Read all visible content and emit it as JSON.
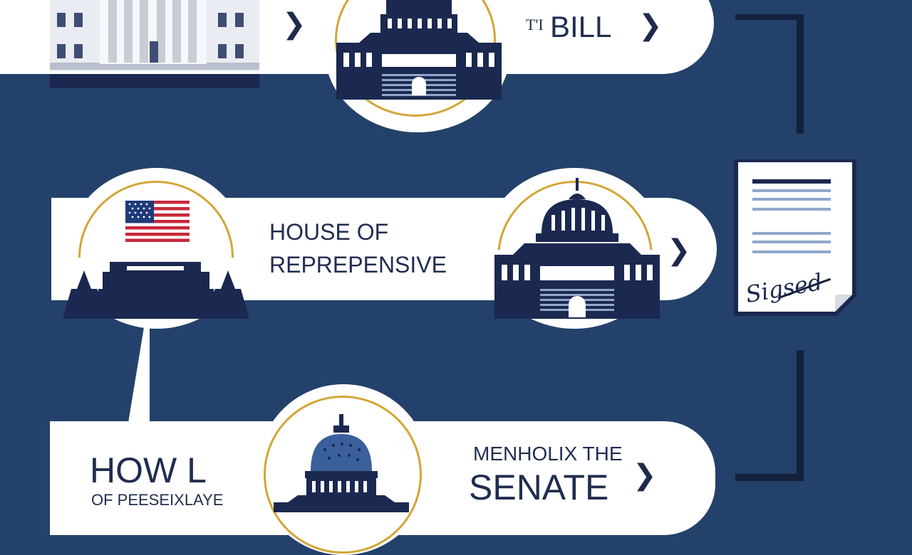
{
  "step_top": {
    "label": "BILL",
    "prefix": "T'I"
  },
  "step_middle": {
    "line1": "HOUSE OF",
    "line2": "REPREPENSIVE"
  },
  "step_bottom": {
    "title": "HOW L",
    "subtitle": "OF PEESEIXLAYE",
    "caption": "MENHOLIX THE",
    "chamber": "SENATE"
  },
  "document": {
    "signature": "Sigsed"
  },
  "icons": {
    "arrow": "chevron-right-icon",
    "capitol": "capitol-dome-icon",
    "flag": "us-flag-icon",
    "white_house": "white-house-icon",
    "document": "signed-document-icon"
  },
  "colors": {
    "background": "#23416a",
    "panel": "#ffffff",
    "navy": "#1b2850",
    "gold": "#d4a536",
    "flag_red": "#c7283a",
    "flag_blue": "#1f3a7a"
  }
}
